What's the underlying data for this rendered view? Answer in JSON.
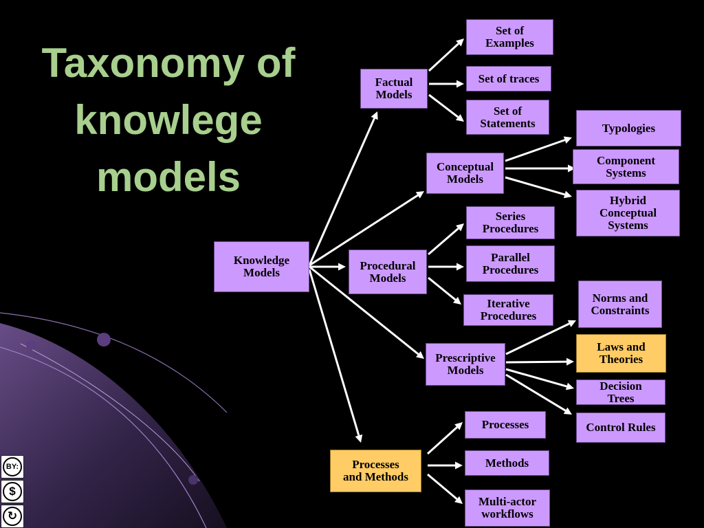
{
  "title": [
    "Taxonomy of",
    "knowlege",
    "models"
  ],
  "colors": {
    "title": "#a8cf8e",
    "node_lilac": "#cc99ff",
    "node_gold": "#ffcc66",
    "background": "#000000",
    "arrow": "#ffffff"
  },
  "nodes": [
    {
      "id": "knowledge-models",
      "lines": [
        "Knowledge",
        "Models"
      ],
      "fill": "lilac"
    },
    {
      "id": "factual-models",
      "lines": [
        "Factual",
        "Models"
      ],
      "fill": "lilac"
    },
    {
      "id": "conceptual-models",
      "lines": [
        "Conceptual",
        "Models"
      ],
      "fill": "lilac"
    },
    {
      "id": "procedural-models",
      "lines": [
        "Procedural",
        "Models"
      ],
      "fill": "lilac"
    },
    {
      "id": "prescriptive-models",
      "lines": [
        "Prescriptive",
        "Models"
      ],
      "fill": "lilac"
    },
    {
      "id": "processes-and-methods",
      "lines": [
        "Processes",
        "and Methods"
      ],
      "fill": "gold"
    },
    {
      "id": "set-of-examples",
      "lines": [
        "Set of",
        "Examples"
      ],
      "fill": "lilac"
    },
    {
      "id": "set-of-traces",
      "lines": [
        "Set of traces"
      ],
      "fill": "lilac"
    },
    {
      "id": "set-of-statements",
      "lines": [
        "Set of",
        "Statements"
      ],
      "fill": "lilac"
    },
    {
      "id": "typologies",
      "lines": [
        "Typologies"
      ],
      "fill": "lilac"
    },
    {
      "id": "component-systems",
      "lines": [
        "Component",
        "Systems"
      ],
      "fill": "lilac"
    },
    {
      "id": "hybrid-conceptual-systems",
      "lines": [
        "Hybrid",
        "Conceptual",
        "Systems"
      ],
      "fill": "lilac"
    },
    {
      "id": "series-procedures",
      "lines": [
        "Series",
        "Procedures"
      ],
      "fill": "lilac"
    },
    {
      "id": "parallel-procedures",
      "lines": [
        "Parallel",
        "Procedures"
      ],
      "fill": "lilac"
    },
    {
      "id": "iterative-procedures",
      "lines": [
        "Iterative",
        "Procedures"
      ],
      "fill": "lilac"
    },
    {
      "id": "norms-and-constraints",
      "lines": [
        "Norms and",
        "Constraints"
      ],
      "fill": "lilac"
    },
    {
      "id": "laws-and-theories",
      "lines": [
        "Laws and",
        "Theories"
      ],
      "fill": "gold"
    },
    {
      "id": "decision-trees",
      "lines": [
        "Decision",
        "Trees"
      ],
      "fill": "lilac"
    },
    {
      "id": "control-rules",
      "lines": [
        "Control Rules"
      ],
      "fill": "lilac"
    },
    {
      "id": "processes",
      "lines": [
        "Processes"
      ],
      "fill": "lilac"
    },
    {
      "id": "methods",
      "lines": [
        "Methods"
      ],
      "fill": "lilac"
    },
    {
      "id": "multi-actor-workflows",
      "lines": [
        "Multi-actor",
        "workflows"
      ],
      "fill": "lilac"
    }
  ],
  "edges": [
    [
      "knowledge-models",
      "factual-models"
    ],
    [
      "knowledge-models",
      "conceptual-models"
    ],
    [
      "knowledge-models",
      "procedural-models"
    ],
    [
      "knowledge-models",
      "prescriptive-models"
    ],
    [
      "knowledge-models",
      "processes-and-methods"
    ],
    [
      "factual-models",
      "set-of-examples"
    ],
    [
      "factual-models",
      "set-of-traces"
    ],
    [
      "factual-models",
      "set-of-statements"
    ],
    [
      "conceptual-models",
      "typologies"
    ],
    [
      "conceptual-models",
      "component-systems"
    ],
    [
      "conceptual-models",
      "hybrid-conceptual-systems"
    ],
    [
      "procedural-models",
      "series-procedures"
    ],
    [
      "procedural-models",
      "parallel-procedures"
    ],
    [
      "procedural-models",
      "iterative-procedures"
    ],
    [
      "prescriptive-models",
      "norms-and-constraints"
    ],
    [
      "prescriptive-models",
      "laws-and-theories"
    ],
    [
      "prescriptive-models",
      "decision-trees"
    ],
    [
      "prescriptive-models",
      "control-rules"
    ],
    [
      "processes-and-methods",
      "processes"
    ],
    [
      "processes-and-methods",
      "methods"
    ],
    [
      "processes-and-methods",
      "multi-actor-workflows"
    ]
  ],
  "license_badges": [
    {
      "icon": "cc-by-icon",
      "text": "BY:"
    },
    {
      "icon": "cc-nc-dollar-icon",
      "text": "$"
    },
    {
      "icon": "cc-sa-icon",
      "text": "↻"
    }
  ]
}
